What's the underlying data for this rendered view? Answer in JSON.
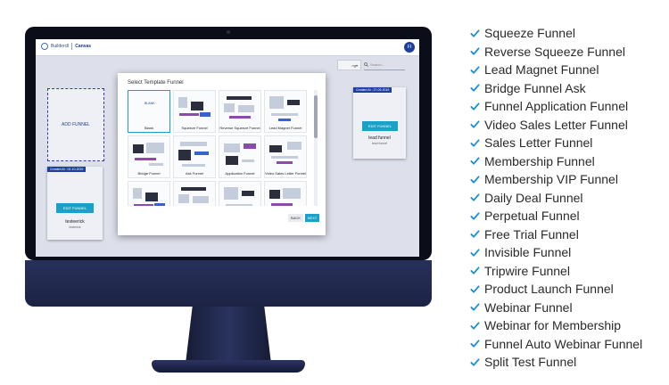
{
  "app": {
    "brand": "Buildercll",
    "section": "Canvas",
    "user_initials": "FI",
    "sort_fragment": "ng",
    "search_placeholder": "Search..."
  },
  "dashboard": {
    "add_funnel_label": "ADD FUNNEL",
    "funnels": [
      {
        "created": "Created At : 27-09-2019",
        "edit_label": "EDIT FUNNEL",
        "name": "lead funnel",
        "subtitle": "lead funnel"
      },
      {
        "created": "Created At : 02-10-2019",
        "edit_label": "EDIT FUNNEL",
        "name": "testeerick",
        "subtitle": "testerick"
      }
    ]
  },
  "modal": {
    "title": "Select Template Funnel",
    "blank_mark": "BLANK",
    "templates": [
      {
        "label": "Blank"
      },
      {
        "label": "Squeeze Funnel"
      },
      {
        "label": "Reverse Squeeze Funnel"
      },
      {
        "label": "Lead Magnet Funnel"
      },
      {
        "label": "Bridge Funnel"
      },
      {
        "label": "Ask Funnel"
      },
      {
        "label": "Application Funnel"
      },
      {
        "label": "Video Sales Letter Funnel"
      },
      {
        "label": ""
      },
      {
        "label": ""
      },
      {
        "label": ""
      },
      {
        "label": ""
      }
    ],
    "back_label": "BACK",
    "next_label": "NEXT"
  },
  "features": [
    "Squeeze Funnel",
    "Reverse Squeeze Funnel",
    "Lead Magnet Funnel",
    "Bridge Funnel Ask",
    "Funnel Application Funnel",
    "Video Sales Letter Funnel",
    "Sales Letter Funnel",
    "Membership Funnel",
    "Membership VIP Funnel",
    "Daily Deal Funnel",
    "Perpetual Funnel",
    "Free Trial Funnel",
    "Invisible Funnel",
    "Tripwire Funnel",
    "Product Launch Funnel",
    "Webinar Funnel",
    "Webinar for Membership",
    "Funnel Auto Webinar Funnel",
    "Split Test Funnel"
  ],
  "colors": {
    "accent": "#1aa1c7",
    "brand_blue": "#1f3f9e",
    "check": "#1a8fd6",
    "bezel": "#0b0d18"
  }
}
